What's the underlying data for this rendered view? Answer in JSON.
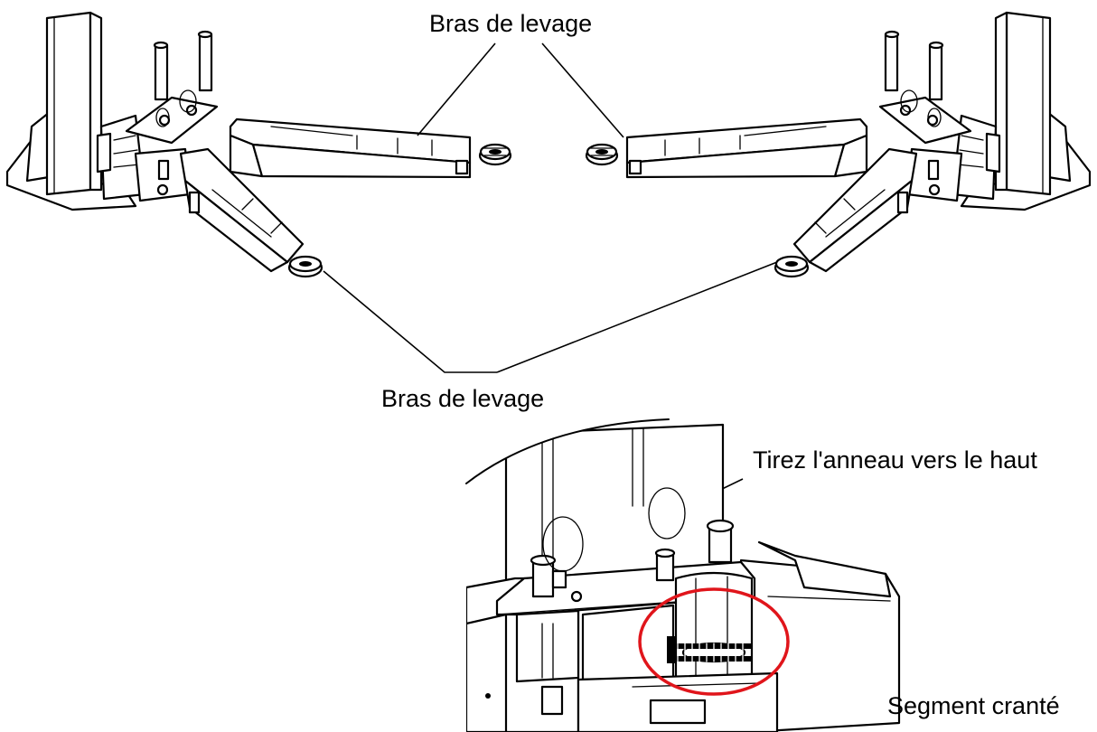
{
  "labels": {
    "upper_arms": "Bras de levage",
    "lower_arms": "Bras de levage",
    "pull_ring": "Tirez l'anneau vers le haut",
    "toothed_segment": "Segment cranté"
  },
  "colors": {
    "line": "#000000",
    "highlight_circle": "#e0151b",
    "background": "#ffffff"
  }
}
